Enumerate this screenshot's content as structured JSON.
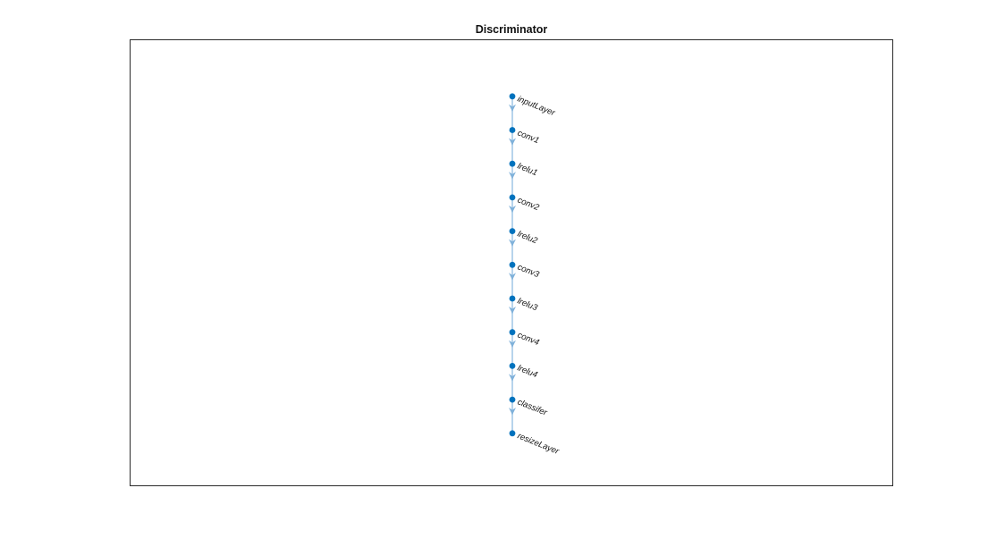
{
  "figure": {
    "title": "Discriminator"
  },
  "graph": {
    "node_color": "#0072BD",
    "edge_color": "#B7D4EC",
    "arrow_color": "#7FB1DA",
    "nodes": [
      {
        "label": "inputLayer"
      },
      {
        "label": "conv1"
      },
      {
        "label": "lrelu1"
      },
      {
        "label": "conv2"
      },
      {
        "label": "lrelu2"
      },
      {
        "label": "conv3"
      },
      {
        "label": "lrelu3"
      },
      {
        "label": "conv4"
      },
      {
        "label": "lrelu4"
      },
      {
        "label": "classifer"
      },
      {
        "label": "resizeLayer"
      }
    ],
    "edges": [
      [
        0,
        1
      ],
      [
        1,
        2
      ],
      [
        2,
        3
      ],
      [
        3,
        4
      ],
      [
        4,
        5
      ],
      [
        5,
        6
      ],
      [
        6,
        7
      ],
      [
        7,
        8
      ],
      [
        8,
        9
      ],
      [
        9,
        10
      ]
    ]
  }
}
